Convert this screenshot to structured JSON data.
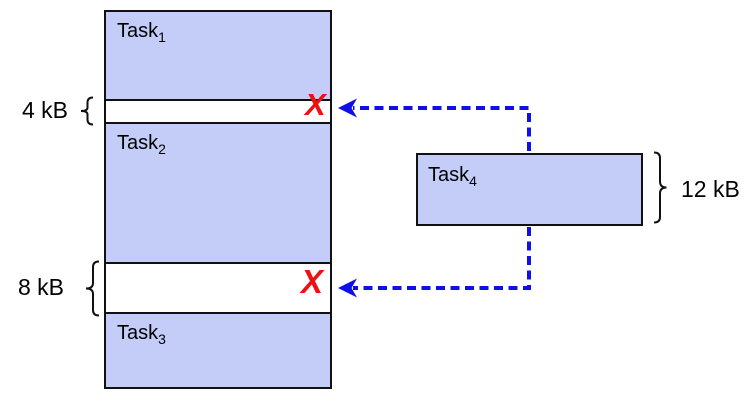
{
  "colors": {
    "background": "#ffffff",
    "text": "#000000",
    "block_fill": "#c3cdf8",
    "block_border": "#111111",
    "arrow_blue": "#0f0fe8",
    "reject_red": "#ee1111"
  },
  "memory_column": {
    "blocks": [
      {
        "name": "Task",
        "sub": "1"
      },
      {
        "name": "Task",
        "sub": "2"
      },
      {
        "name": "Task",
        "sub": "3"
      }
    ],
    "gaps": [
      {
        "size": "4 kB"
      },
      {
        "size": "8 kB"
      }
    ]
  },
  "pending_task": {
    "name": "Task",
    "sub": "4",
    "size": "12 kB"
  },
  "reject_mark": "X"
}
